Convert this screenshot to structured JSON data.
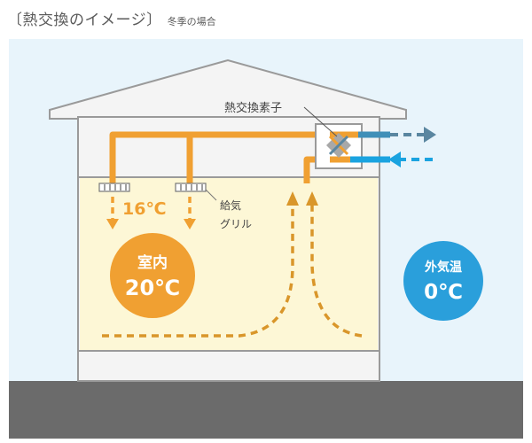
{
  "header": {
    "title": "〔熱交換のイメージ〕",
    "subtitle": "冬季の場合"
  },
  "labels": {
    "heat_exchange_element": "熱交換素子",
    "supply_grille_line1": "給気",
    "supply_grille_line2": "グリル",
    "supply_air_temp": "16℃",
    "indoor_name": "室内",
    "indoor_temp": "20℃",
    "outdoor_name": "外気温",
    "outdoor_temp": "0℃"
  },
  "colors": {
    "sky": "#e8f4fb",
    "ground": "#6b6b6b",
    "house_fill": "#f4f4f4",
    "house_stroke": "#9a9a9a",
    "room": "#fdf7d6",
    "duct": "#f0a032",
    "indoor_circle": "#f0a032",
    "outdoor_circle": "#2a9fdb",
    "exhaust_arrow": "#5a86a0",
    "intake_arrow": "#1aa3e0",
    "duct_blue": "#3f8fb8",
    "airflow_dash": "#d9962a"
  }
}
